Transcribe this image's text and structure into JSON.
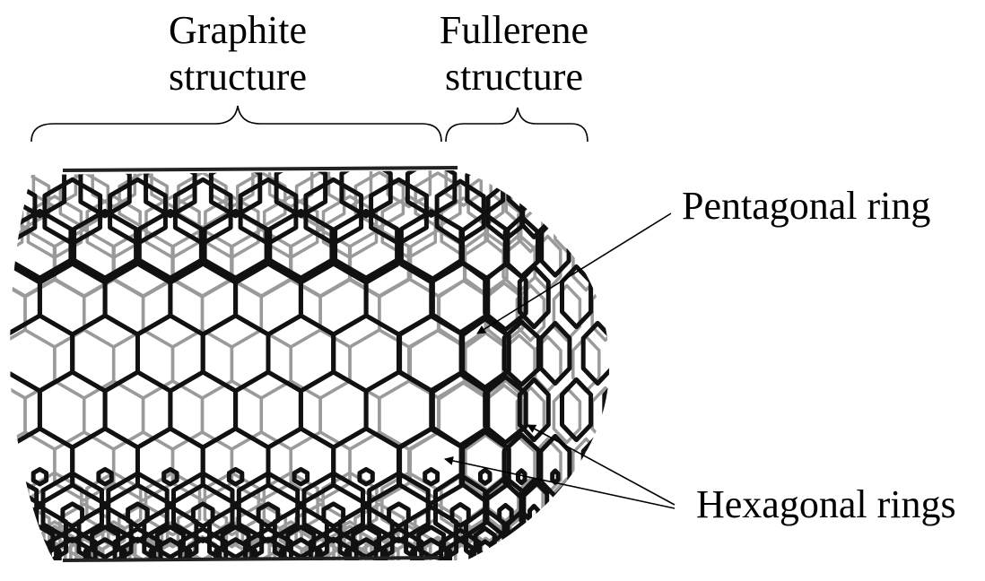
{
  "labels": {
    "graphite": [
      "Graphite",
      "structure"
    ],
    "fullerene": [
      "Fullerene",
      "structure"
    ],
    "pentagonal": "Pentagonal ring",
    "hexagonal": "Hexagonal rings"
  },
  "colors": {
    "front_bond": "#111111",
    "back_bond": "#9a9a9a",
    "line": "#000000"
  }
}
